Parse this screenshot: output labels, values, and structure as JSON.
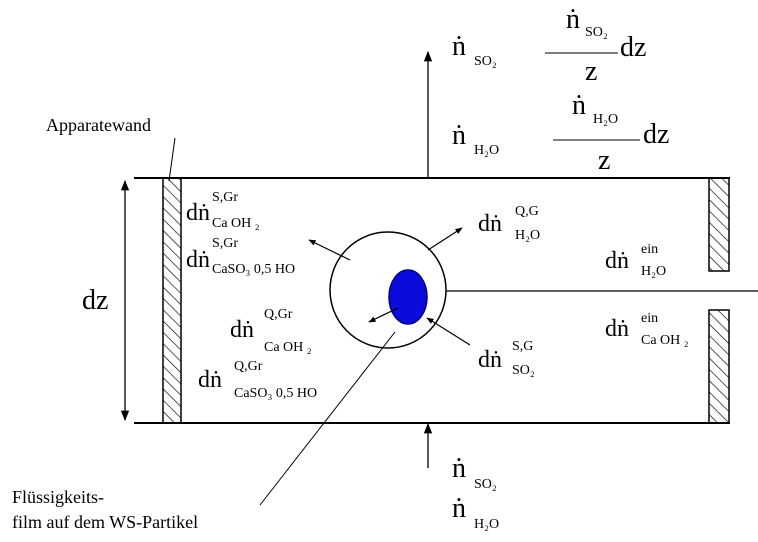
{
  "labels": {
    "apparatus_wall": "Apparatewand",
    "height": "dz",
    "film_line1": "Flüssigkeits-",
    "film_line2": "film auf dem WS-Partikel"
  },
  "flux_top": {
    "n_so2": {
      "base": "ṅ",
      "sub": "SO₂"
    },
    "n_so2_grad": {
      "num": "ṅ",
      "num_sub": "SO₂",
      "right": "dz",
      "den": "z"
    },
    "n_h2o": {
      "base": "ṅ",
      "sub": "H₂O"
    },
    "n_h2o_grad": {
      "num": "ṅ",
      "num_sub": "H₂O",
      "right": "dz",
      "den": "z"
    }
  },
  "flux_bottom": {
    "n_so2": {
      "base": "ṅ",
      "sub": "SO₂"
    },
    "n_h2o": {
      "base": "ṅ",
      "sub": "H₂O"
    }
  },
  "terms": {
    "s_gr_caoh2": {
      "base": "dṅ",
      "sup": "S,Gr",
      "sub": "Ca OH ₂"
    },
    "s_gr_caso3": {
      "base": "dṅ",
      "sup": "S,Gr",
      "sub": "CaSO₃ 0,5 HO"
    },
    "q_gr_caoh2": {
      "base": "dṅ",
      "sup": "Q,Gr",
      "sub": "Ca OH ₂"
    },
    "q_gr_caso3": {
      "base": "dṅ",
      "sup": "Q,Gr",
      "sub": "CaSO₃ 0,5 HO"
    },
    "q_g_h2o": {
      "base": "dṅ",
      "sup": "Q,G",
      "sub": "H₂O"
    },
    "s_g_so2": {
      "base": "dṅ",
      "sup": "S,G",
      "sub": "SO₂"
    },
    "ein_h2o": {
      "base": "dṅ",
      "sup": "ein",
      "sub": "H₂O"
    },
    "ein_caoh2": {
      "base": "dṅ",
      "sup": "ein",
      "sub": "Ca OH ₂"
    }
  },
  "colors": {
    "particle_fill": "#0b0bdc",
    "particle_stroke": "#000080",
    "line": "#000000"
  }
}
